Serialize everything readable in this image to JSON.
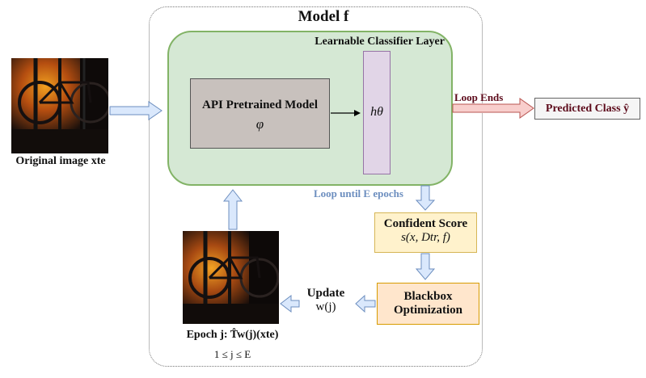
{
  "model": {
    "title": "Model f"
  },
  "classifier": {
    "title": "Learnable Classifier Layer",
    "head_symbol": "hθ"
  },
  "api": {
    "title": "API Pretrained Model",
    "symbol": "φ"
  },
  "input": {
    "caption": "Original image xte"
  },
  "loop_ends": {
    "label": "Loop Ends"
  },
  "prediction": {
    "label": "Predicted Class ŷ"
  },
  "loop_until": {
    "label": "Loop until E epochs"
  },
  "confident": {
    "title": "Confident Score",
    "formula": "s(x, Dtr, f)"
  },
  "optimization": {
    "line1": "Blackbox",
    "line2": "Optimization"
  },
  "update": {
    "line1": "Update",
    "line2": "w(j)"
  },
  "epoch": {
    "caption": "Epoch j: T̂w(j)(xte)",
    "range": "1 ≤ j ≤ E"
  },
  "colors": {
    "green_fill": "#d5e8d4",
    "green_border": "#82b366",
    "purple_fill": "#e1d5e7",
    "yellow_fill": "#fff2cc",
    "orange_fill": "#ffe6cc",
    "blue_arrow": "#dae8fc",
    "red_arrow": "#f8cecc",
    "api_fill": "#c8c1bd",
    "loop_text": "#6c8ebf",
    "red_text": "#5c0a1a"
  }
}
